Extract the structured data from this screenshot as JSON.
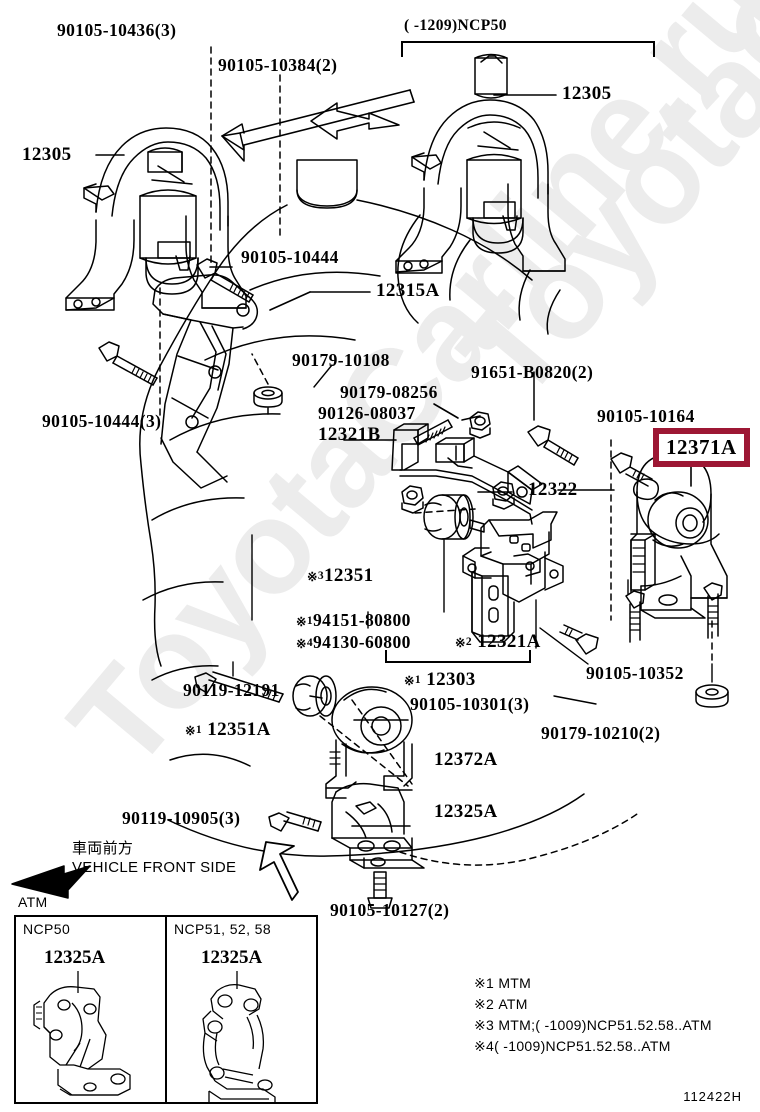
{
  "diagram": {
    "code": "112422H",
    "watermark": "ToyotaCarline.ru",
    "highlight_color": "#9d1734"
  },
  "group_header": {
    "label": "(      -1209)NCP50"
  },
  "callouts": {
    "bolt_10436": "90105-10436(3)",
    "bolt_10384": "90105-10384(2)",
    "mount_12305_left": "12305",
    "mount_12305_right": "12305",
    "bolt_10444": "90105-10444",
    "bracket_12315a": "12315A",
    "bolt_10444_3": "90105-10444(3)",
    "nut_10108": "90179-10108",
    "nut_08256": "90179-08256",
    "bolt_08037": "90126-08037",
    "bracket_12321b": "12321B",
    "bolt_b0820": "91651-B0820(2)",
    "bolt_10164": "90105-10164",
    "mount_12371a": "12371A",
    "stopper_12322": "12322",
    "cushion_12351_mark": "3",
    "cushion_12351": "12351",
    "part_94151_mark": "1",
    "part_94151": "94151-80800",
    "part_94130_mark": "4",
    "part_94130": "94130-60800",
    "bracket_12321a_mark": "2",
    "bracket_12321a": "12321A",
    "insulator_12303_mark": "1",
    "insulator_12303": "12303",
    "bolt_10301": "90105-10301(3)",
    "bolt_10352": "90105-10352",
    "nut_10210": "90179-10210(2)",
    "bolt_12191": "90119-12191",
    "cushion_12351a_mark": "1",
    "cushion_12351a": "12351A",
    "mount_12372a": "12372A",
    "bolt_10905": "90119-10905(3)",
    "bracket_12325a": "12325A",
    "bolt_10127": "90105-10127(2)"
  },
  "vehicle_front": {
    "jp": "車両前方",
    "en": "VEHICLE FRONT SIDE"
  },
  "atm_table": {
    "title": "ATM",
    "columns": [
      {
        "header": "NCP50",
        "part": "12325A"
      },
      {
        "header": "NCP51, 52, 58",
        "part": "12325A"
      }
    ]
  },
  "legend": [
    {
      "mark": "※1",
      "text": "MTM"
    },
    {
      "mark": "※2",
      "text": "ATM"
    },
    {
      "mark": "※3",
      "text": "MTM;(      -1009)NCP51.52.58..ATM"
    },
    {
      "mark": "※4",
      "text": "(      -1009)NCP51.52.58..ATM"
    }
  ]
}
